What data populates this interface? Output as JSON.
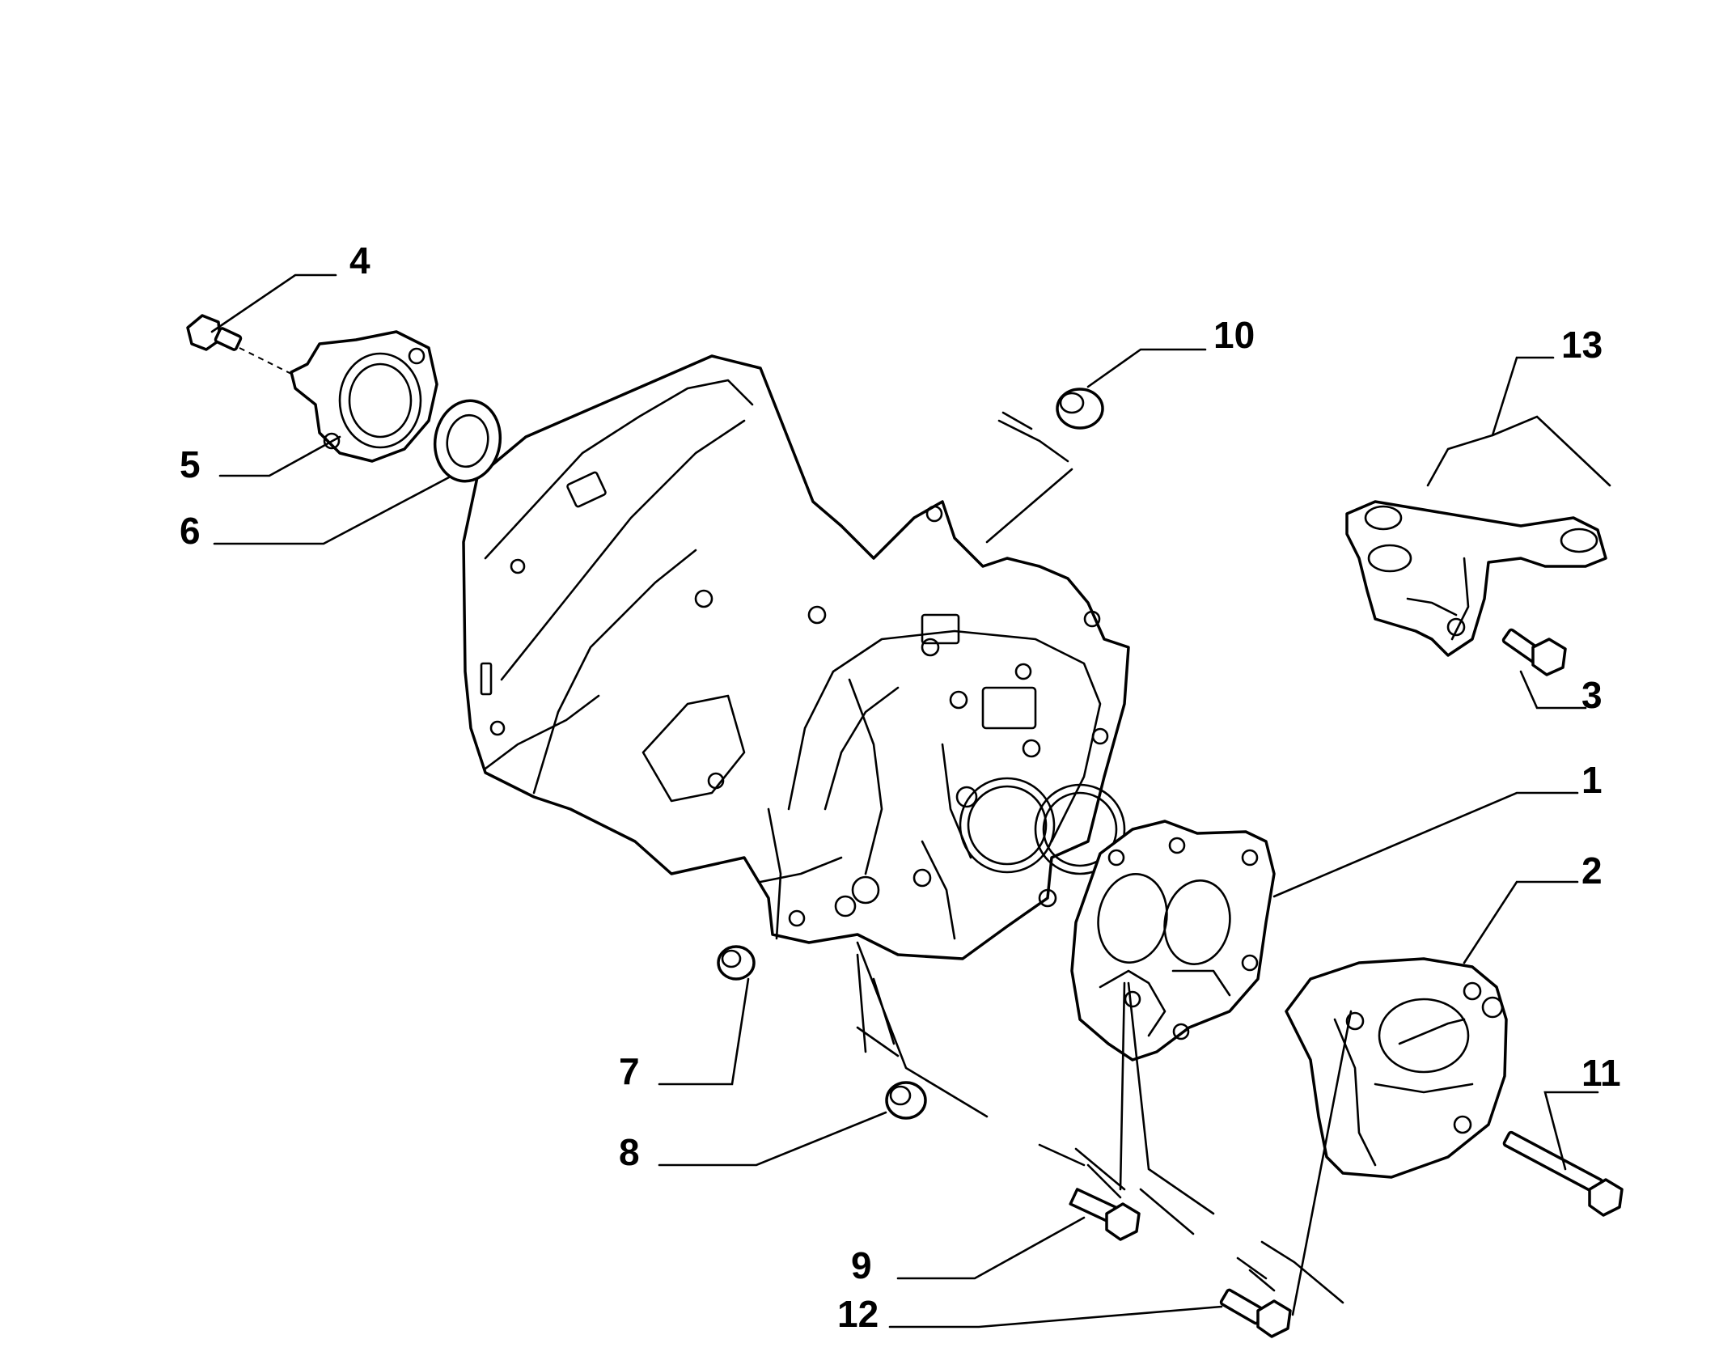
{
  "diagram": {
    "callouts": [
      {
        "id": "1",
        "label": "1",
        "part": "gearbox-rear-plate"
      },
      {
        "id": "2",
        "label": "2",
        "part": "rear-cover"
      },
      {
        "id": "3",
        "label": "3",
        "part": "mount-bolt"
      },
      {
        "id": "4",
        "label": "4",
        "part": "bearing-support-bolt"
      },
      {
        "id": "5",
        "label": "5",
        "part": "bearing-support"
      },
      {
        "id": "6",
        "label": "6",
        "part": "oil-seal"
      },
      {
        "id": "7",
        "label": "7",
        "part": "plug"
      },
      {
        "id": "8",
        "label": "8",
        "part": "plug"
      },
      {
        "id": "9",
        "label": "9",
        "part": "bolt"
      },
      {
        "id": "10",
        "label": "10",
        "part": "plug"
      },
      {
        "id": "11",
        "label": "11",
        "part": "long-bolt"
      },
      {
        "id": "12",
        "label": "12",
        "part": "bolt"
      },
      {
        "id": "13",
        "label": "13",
        "part": "mounting-bracket"
      }
    ]
  }
}
